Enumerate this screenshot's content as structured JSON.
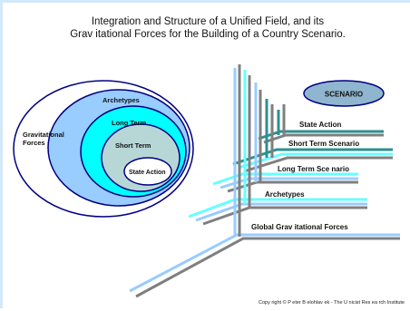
{
  "title": {
    "line1": "Integration and Structure of a Unified Field, and its",
    "line2": "Grav itational Forces for the Building of a Country Scenario."
  },
  "ovals": {
    "outer": "Gravitational Forces",
    "archetypes": "Archetypes",
    "long_term": "Long Term",
    "short_term": "Short Term",
    "state_action": "State Action"
  },
  "levels": {
    "scenario": "SCENARIO",
    "state_action": "State Action",
    "short_term_scenario": "Short Term Scenario",
    "long_term_scenario": "Long Term Sce nario",
    "archetypes": "Archetypes",
    "global_forces": "Global Grav itational Forces"
  },
  "colors": {
    "outer_fill": "#ffffff",
    "archetypes_fill": "#99ccff",
    "long_term_fill": "#00ffff",
    "short_term_fill": "#b7d7d7",
    "state_action_fill": "#ffffff",
    "scenario_fill": "#8fb5cf",
    "outline": "#000080",
    "bar_grey": "#7f7f7f",
    "bar_light_blue": "#99ccff",
    "bar_cyan": "#66ffff",
    "bar_teal": "#2f8f8f"
  },
  "copyright": "Copy right © P eter B elohlav ek - The U nicist Res ea rch Institute"
}
